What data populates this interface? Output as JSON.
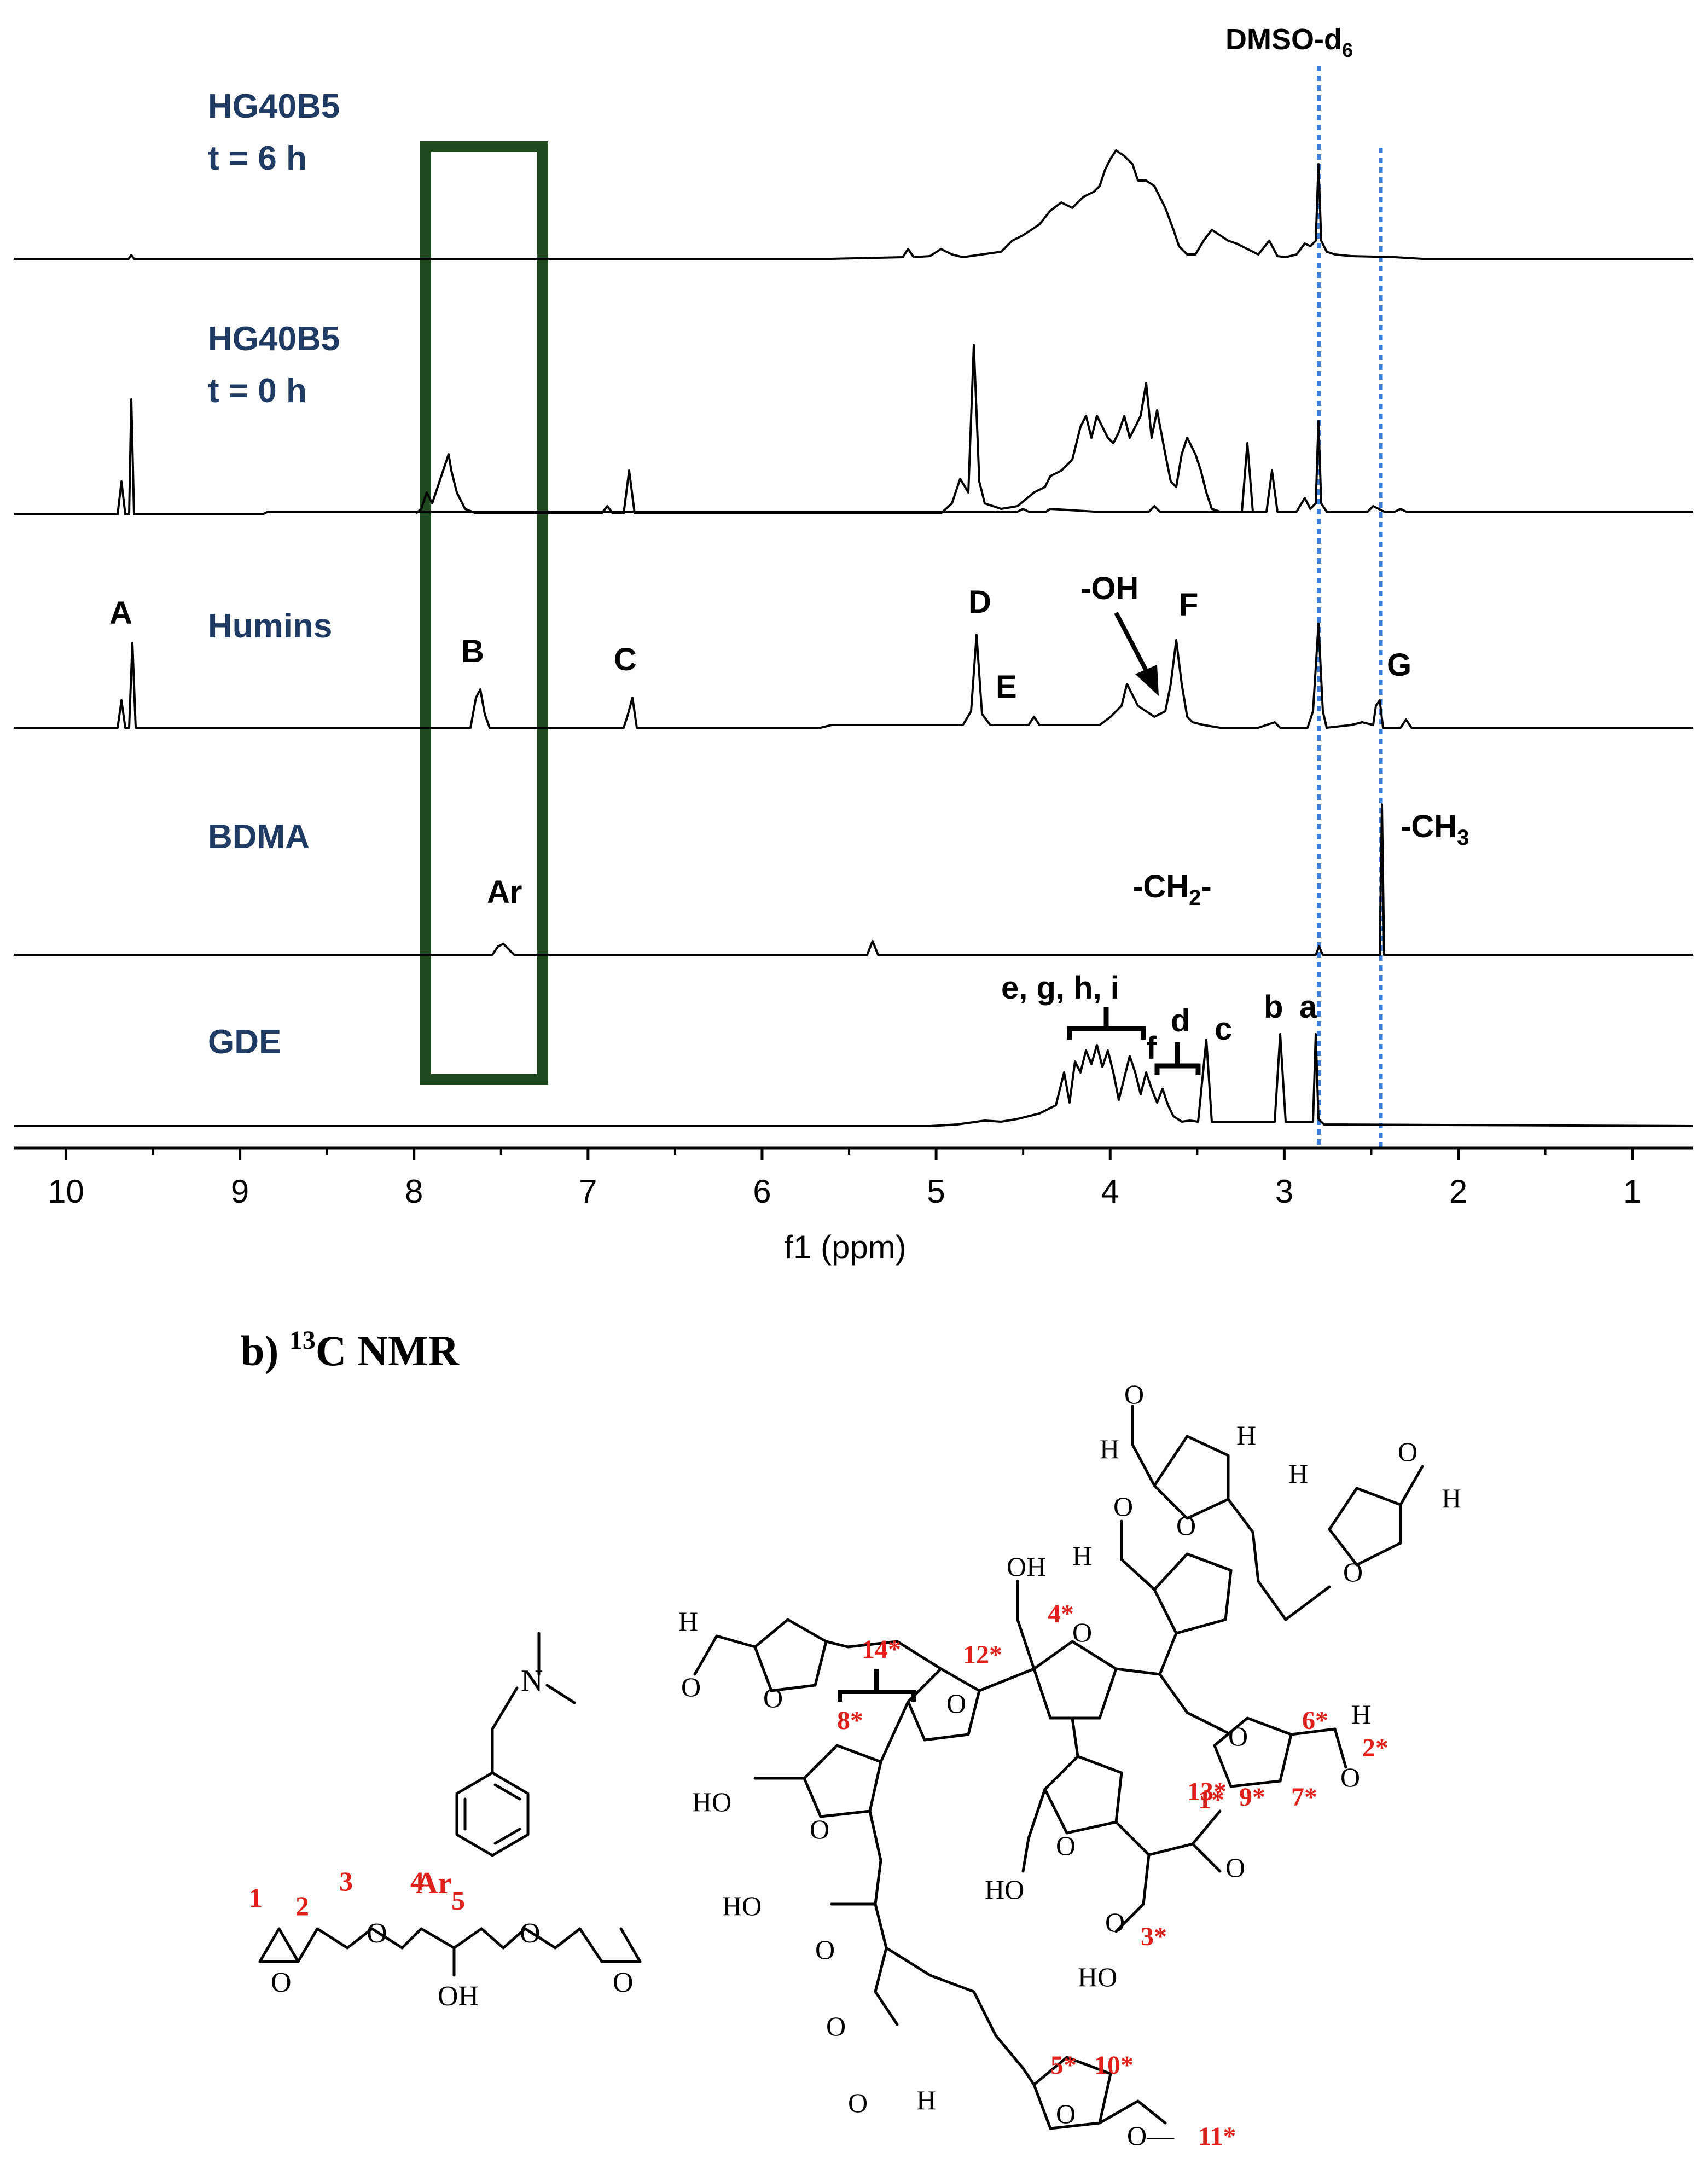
{
  "colors": {
    "sample_label": "#1f3b64",
    "highlight_box": "#1f4a1f",
    "reference_line": "#3b7dd8",
    "annotation_red": "#e0201b"
  },
  "panel_a": {
    "solvent_label": "DMSO-d",
    "solvent_subscript": "6",
    "spectra": [
      {
        "id": "hg6",
        "label_line1": "HG40B5",
        "label_line2": "t = 6 h"
      },
      {
        "id": "hg0",
        "label_line1": "HG40B5",
        "label_line2": "t = 0 h"
      },
      {
        "id": "humins",
        "label_line1": "Humins",
        "label_line2": ""
      },
      {
        "id": "bdma",
        "label_line1": "BDMA",
        "label_line2": ""
      },
      {
        "id": "gde",
        "label_line1": "GDE",
        "label_line2": ""
      }
    ],
    "peak_labels": {
      "A": "A",
      "B": "B",
      "C": "C",
      "D": "D",
      "E": "E",
      "OH": "-OH",
      "F": "F",
      "G": "G",
      "Ar": "Ar",
      "CH2_pre": "-CH",
      "CH2_sub": "2",
      "CH2_post": "-",
      "CH3_pre": "-CH",
      "CH3_sub": "3",
      "eghi": "e, g, h, i",
      "f": "f",
      "d": "d",
      "c": "c",
      "b": "b",
      "a": "a"
    },
    "x_axis": {
      "label": "f1 (ppm)",
      "ticks": [
        "10",
        "9",
        "8",
        "7",
        "6",
        "5",
        "4",
        "3",
        "2",
        "1"
      ],
      "range": [
        10.3,
        0.65
      ],
      "reversed": true
    },
    "highlight_range_ppm": [
      7.1,
      7.8
    ],
    "reference_lines_ppm": [
      2.5,
      2.12
    ]
  },
  "panel_b": {
    "prefix": "b) ",
    "superscript": "13",
    "title": "C NMR",
    "bdma_label": "Ar",
    "gde_atoms": [
      "1",
      "2",
      "3",
      "4",
      "5"
    ],
    "humin_atoms": [
      "1*",
      "2*",
      "3*",
      "4*",
      "5*",
      "6*",
      "7*",
      "8*",
      "9*",
      "10*",
      "11*",
      "12*",
      "13*",
      "14*"
    ],
    "atom_letters": {
      "H": "H",
      "O": "O",
      "N": "N",
      "OH": "OH",
      "HO": "HO",
      "OMinus": "O—"
    }
  }
}
